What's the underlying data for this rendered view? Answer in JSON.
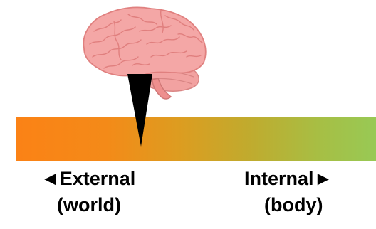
{
  "labels": {
    "external": "◄External",
    "world": "(world)",
    "internal": "Internal►",
    "body": "(body)"
  },
  "colors": {
    "bar_left": "#fb8216",
    "bar_right": "#98c955",
    "brain": "#f4a7a6",
    "brain_outline": "#e0807f",
    "pointer": "#000000"
  },
  "icons": [
    "brain-icon",
    "pointer-wedge"
  ]
}
